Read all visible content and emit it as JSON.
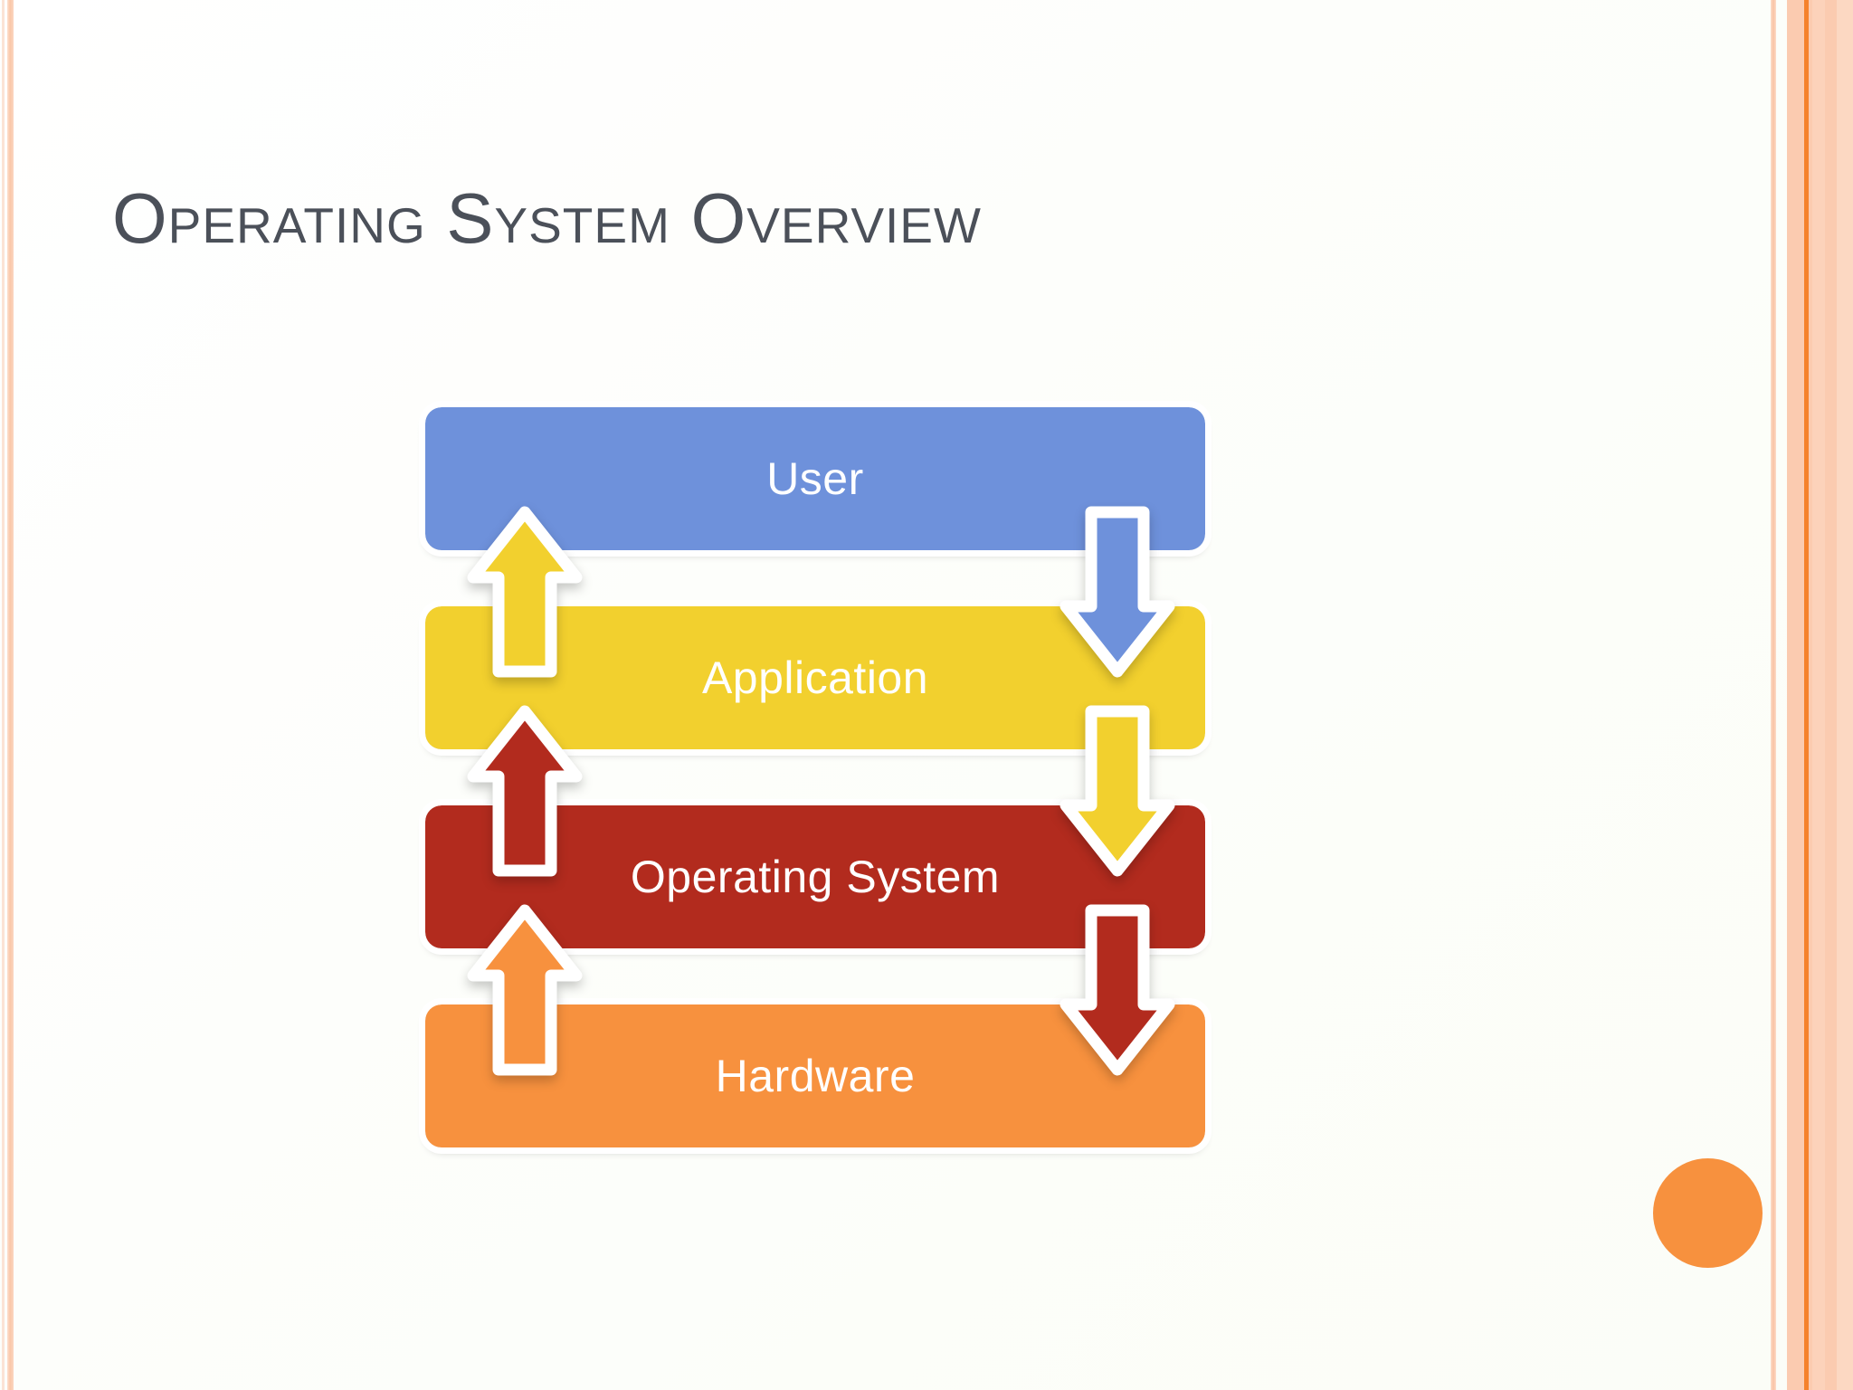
{
  "slide": {
    "title": "Operating System Overview",
    "background_color": "#fdfefb",
    "title_color": "#4b5059"
  },
  "diagram": {
    "type": "layered-stack",
    "description": "Four stacked operating system layers connected by paired up and down arrows",
    "layers": [
      {
        "label": "User",
        "color": "#6e91db",
        "order": 1
      },
      {
        "label": "Application",
        "color": "#f2d02e",
        "order": 2
      },
      {
        "label": "Operating System",
        "color": "#b22b1e",
        "order": 3
      },
      {
        "label": "Hardware",
        "color": "#f7913e",
        "order": 4
      }
    ],
    "arrows": [
      {
        "name": "application-to-user",
        "direction": "up",
        "color": "#f2d02e",
        "from": "Application",
        "to": "User"
      },
      {
        "name": "user-to-application",
        "direction": "down",
        "color": "#6e91db",
        "from": "User",
        "to": "Application"
      },
      {
        "name": "os-to-application",
        "direction": "up",
        "color": "#b22b1e",
        "from": "Operating System",
        "to": "Application"
      },
      {
        "name": "application-to-os",
        "direction": "down",
        "color": "#f2d02e",
        "from": "Application",
        "to": "Operating System"
      },
      {
        "name": "hardware-to-os",
        "direction": "up",
        "color": "#f7913e",
        "from": "Hardware",
        "to": "Operating System"
      },
      {
        "name": "os-to-hardware",
        "direction": "down",
        "color": "#b22b1e",
        "from": "Operating System",
        "to": "Hardware"
      }
    ]
  },
  "decor": {
    "accent_color": "#f7913e",
    "border_color": "#fbcbb0",
    "accent_dot_name": "orange-circle"
  }
}
